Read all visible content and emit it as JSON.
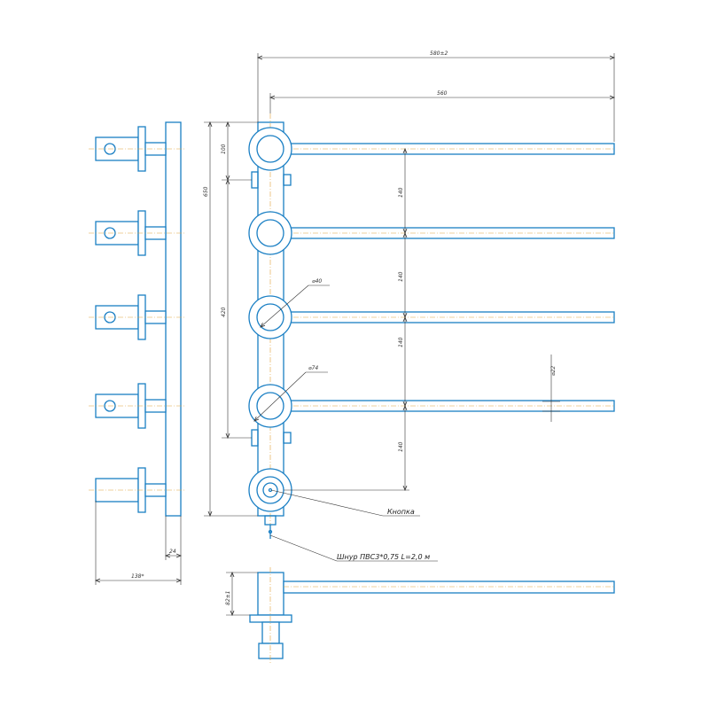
{
  "dimensions": {
    "overall_width": "580±2",
    "bar_length": "560",
    "top_offset": "100",
    "total_height": "650",
    "mount_spacing": "420",
    "pitch_1": "140",
    "pitch_2": "140",
    "pitch_3": "140",
    "pitch_4": "140",
    "hub_diameter": "⌀40",
    "flange_diameter": "⌀74",
    "bar_diameter": "⌀22",
    "side_depth": "24",
    "side_width": "138*",
    "bottom_height": "82±1"
  },
  "callouts": {
    "button": "Кнопка",
    "cord": "Шнур ПВС3*0,75 L=2,0 м"
  }
}
